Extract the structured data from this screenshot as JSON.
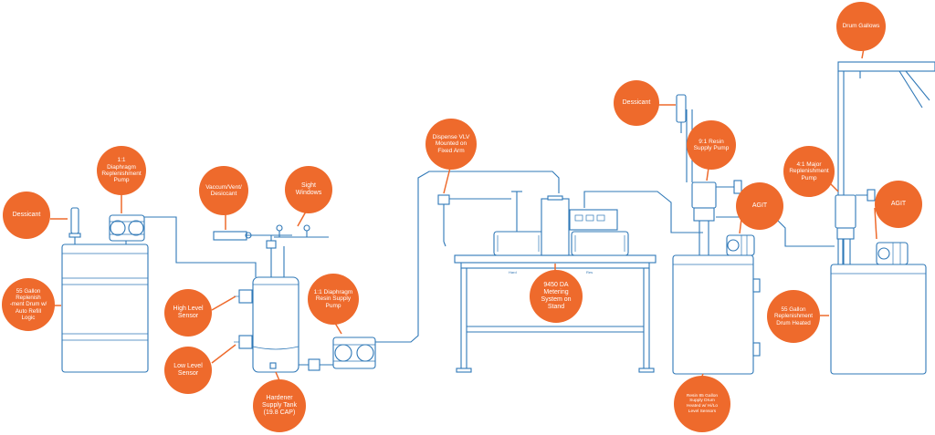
{
  "accent_color": "#ee6a2c",
  "line_color": "#2f78b7",
  "callouts": {
    "desiccant_left": "Dessicant",
    "diaphragm_replenishment_pump": "1:1\nDiaphragm\nReplenishment\nPump",
    "vacuum_vent_desiccant": "Vaccum/Vent/\nDesiccant",
    "sight_windows": "Sight\nWindows",
    "drum_replenishment": "55 Gallon\nReplenish\n-ment Drum w/\nAuto Refill\nLogic",
    "high_level_sensor": "High Level\nSensor",
    "low_level_sensor": "Low Level\nSensor",
    "diaphragm_resin_supply_pump": "1:1 Diaphragm\nResin Supply\nPump",
    "hardener_supply_tank": "Hardener\nSupply Tank\n(19.8 CAP)",
    "dispense_valve": "Dispense VLV\nMounted on\nFixed Arm",
    "metering_system": "9450 DA\nMetering\nSystem on\nStand",
    "desiccant_right": "Dessicant",
    "resin_supply_pump": "9:1 Resin\nSupply Pump",
    "agit_center": "AGIT",
    "major_replenishment_pump": "4:1 Major\nReplenishment\nPump",
    "agit_right": "AGIT",
    "drum_gallows": "Drum Gallows",
    "replenishment_drum_heated": "55 Gallon\nReplenishment\nDrum Heated",
    "resin_supply_drum": "Resin 85 Gallon\nSupply Drum\nHeated w/ Hi/Lo\nLevel Sensors"
  },
  "stand_labels": {
    "hard": "Hard",
    "res": "Res"
  }
}
